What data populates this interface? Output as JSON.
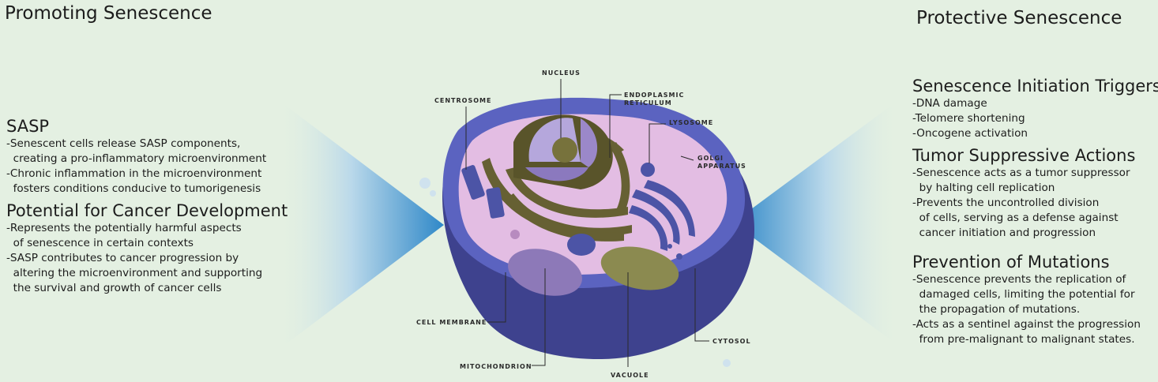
{
  "left": {
    "heading": "Promoting Senescence",
    "sections": [
      {
        "title": "SASP",
        "lines": [
          "-Senescent cells release SASP components,",
          "  creating a pro-inflammatory microenvironment",
          "-Chronic inflammation in the microenvironment",
          "  fosters conditions conducive to tumorigenesis"
        ]
      },
      {
        "title": "Potential for Cancer Development",
        "lines": [
          "-Represents the potentially harmful aspects",
          "  of senescence in certain contexts",
          "-SASP contributes to cancer progression by",
          "  altering the microenvironment and supporting",
          "  the survival and growth of cancer cells"
        ]
      }
    ]
  },
  "right": {
    "heading": "Protective Senescence",
    "sections": [
      {
        "title": "Senescence Initiation Triggers",
        "lines": [
          "-DNA damage",
          "-Telomere shortening",
          "-Oncogene activation"
        ]
      },
      {
        "title": "Tumor Suppressive Actions",
        "lines": [
          "-Senescence acts as a tumor suppressor",
          "  by halting cell replication",
          "-Prevents the uncontrolled division",
          "  of cells, serving as a defense against",
          "  cancer initiation and progression"
        ]
      },
      {
        "title": "Prevention of Mutations",
        "lines": [
          "-Senescence prevents the replication of",
          "  damaged cells, limiting the potential for",
          "  the propagation of mutations.",
          "-Acts as a sentinel against the progression",
          "  from pre-malignant to malignant states."
        ]
      }
    ]
  },
  "cell_labels": {
    "nucleus": "NUCLEUS",
    "centrosome": "CENTROSOME",
    "er_line1": "ENDOPLASMIC",
    "er_line2": "RETICULUM",
    "lysosome": "LYSOSOME",
    "golgi_line1": "GOLGI",
    "golgi_line2": "APPARATUS",
    "cell_membrane": "CELL MEMBRANE",
    "mitochondrion": "MITOCHONDRION",
    "vacuole": "VACUOLE",
    "cytosol": "CYTOSOL"
  },
  "colors": {
    "background": "#e4f0e2",
    "membrane": "#4a4fa0",
    "membrane_light": "#5b63c0",
    "cytoplasm": "#e3bde3",
    "er": "#666033",
    "nucleus_inner": "#9b88c9",
    "nucleolus": "#77723c",
    "mitochondrion": "#8d79b8",
    "vacuole": "#8b8a50",
    "cone_edge": "#2f88c8"
  }
}
